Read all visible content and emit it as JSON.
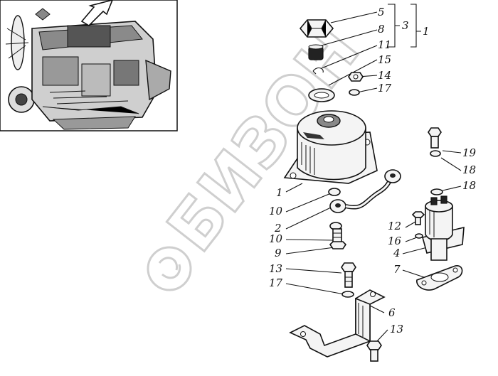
{
  "watermark": {
    "text": "БИЗОН"
  },
  "labels": [
    {
      "id": "l5",
      "text": "5"
    },
    {
      "id": "l8",
      "text": "8"
    },
    {
      "id": "l3",
      "text": "3"
    },
    {
      "id": "l1a",
      "text": "1"
    },
    {
      "id": "l11",
      "text": "11"
    },
    {
      "id": "l15",
      "text": "15"
    },
    {
      "id": "l14",
      "text": "14"
    },
    {
      "id": "l17a",
      "text": "17"
    },
    {
      "id": "l19",
      "text": "19"
    },
    {
      "id": "l18a",
      "text": "18"
    },
    {
      "id": "l18b",
      "text": "18"
    },
    {
      "id": "l1b",
      "text": "1"
    },
    {
      "id": "l10a",
      "text": "10"
    },
    {
      "id": "l2",
      "text": "2"
    },
    {
      "id": "l12",
      "text": "12"
    },
    {
      "id": "l16",
      "text": "16"
    },
    {
      "id": "l10b",
      "text": "10"
    },
    {
      "id": "l4",
      "text": "4"
    },
    {
      "id": "l9",
      "text": "9"
    },
    {
      "id": "l7",
      "text": "7"
    },
    {
      "id": "l13a",
      "text": "13"
    },
    {
      "id": "l17b",
      "text": "17"
    },
    {
      "id": "l6",
      "text": "6"
    },
    {
      "id": "l13b",
      "text": "13"
    }
  ]
}
